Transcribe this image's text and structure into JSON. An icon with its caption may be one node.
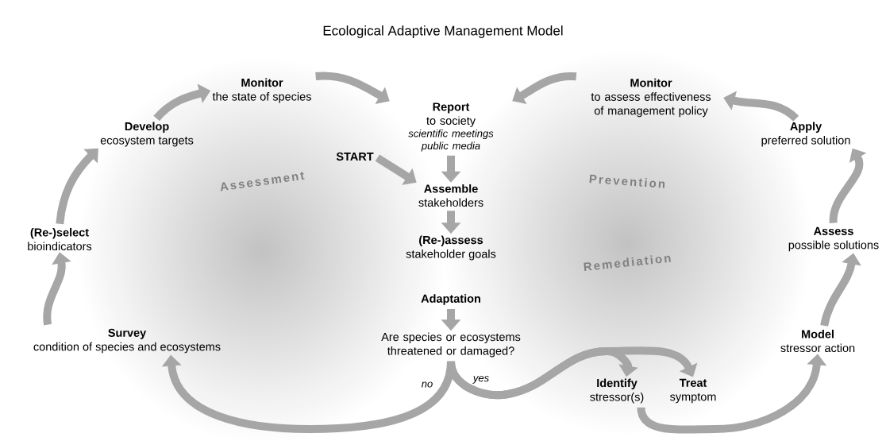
{
  "diagram": {
    "title": "Ecological Adaptive Management Model",
    "nodes": [
      {
        "text": [
          "Monitor",
          "the state of species"
        ]
      },
      {
        "text": [
          "Report",
          "to society",
          "scientific meetings public media"
        ]
      },
      {
        "text": [
          "Monitor",
          "to assess effectiveness of management policy"
        ]
      },
      {
        "text": [
          "Develop",
          "ecosystem targets"
        ]
      },
      {
        "text": [
          "Apply",
          "preferred solution"
        ]
      },
      {
        "text": [
          "START"
        ]
      },
      {
        "text": [
          "Assemble",
          "stakeholders"
        ]
      },
      {
        "text": [
          "(Re-)select",
          "bioindicators"
        ]
      },
      {
        "text": [
          "Assess",
          "possible solutions"
        ]
      },
      {
        "text": [
          "(Re-)assess",
          "stakeholder goals"
        ]
      },
      {
        "text": [
          "Adaptation"
        ]
      },
      {
        "text": [
          "Are species or ecosystems threatened or damaged?"
        ]
      },
      {
        "text": [
          "Survey",
          "condition of species and ecosystems"
        ]
      },
      {
        "text": [
          "Model",
          "stressor action"
        ]
      },
      {
        "text": [
          "Identify",
          "stressor(s)"
        ]
      },
      {
        "text": [
          "Treat",
          "symptom"
        ]
      }
    ],
    "edges": [
      {
        "from": 0,
        "to": 1,
        "arrow": "to"
      },
      {
        "from": 2,
        "to": 1,
        "arrow": "to"
      },
      {
        "from": 3,
        "to": 0,
        "arrow": "to"
      },
      {
        "from": 4,
        "to": 2,
        "arrow": "to"
      },
      {
        "from": 5,
        "to": 6,
        "arrow": "to"
      },
      {
        "from": 1,
        "to": 6,
        "arrow": "to"
      },
      {
        "from": 6,
        "to": 9,
        "arrow": "to"
      },
      {
        "from": 7,
        "to": 3,
        "arrow": "to"
      },
      {
        "from": 8,
        "to": 4,
        "arrow": "to"
      },
      {
        "from": 12,
        "to": 7,
        "arrow": "to"
      },
      {
        "from": 13,
        "to": 8,
        "arrow": "to"
      },
      {
        "from": 10,
        "to": 11,
        "arrow": "to"
      },
      {
        "from": 11,
        "to": 12,
        "arrow": "to",
        "label": "no"
      },
      {
        "from": 11,
        "to": 14,
        "arrow": "to",
        "label": "yes"
      },
      {
        "from": 11,
        "to": 15,
        "arrow": "to"
      },
      {
        "from": 14,
        "to": 13,
        "arrow": "to"
      }
    ],
    "labels": [
      "Assessment",
      "Prevention",
      "Remediation"
    ]
  }
}
